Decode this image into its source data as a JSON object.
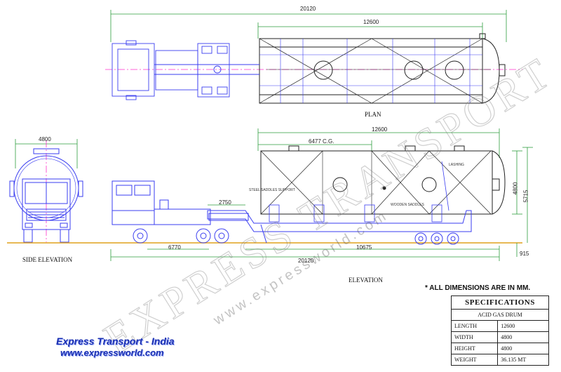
{
  "plan": {
    "title": "PLAN",
    "overall_length": "20120",
    "tank_length": "12600"
  },
  "side_elevation": {
    "title": "SIDE ELEVATION",
    "width": "4800"
  },
  "elevation": {
    "title": "ELEVATION",
    "tank_length": "12600",
    "cg": "6477 C.G.",
    "king_pin": "2750",
    "tractor_wheelbase": "6770",
    "trailer_length": "10675",
    "overall_length": "20120",
    "diameter": "4800",
    "overall_height": "5715",
    "ground_clearance": "915",
    "labels": {
      "lashing": "LASHING",
      "steel_saddle": "STEEL SADDLES SUPPORT",
      "wooden_saddle": "WOODEN SADDLES"
    }
  },
  "note": "*   ALL DIMENSIONS ARE IN MM.",
  "specifications": {
    "title": "SPECIFICATIONS",
    "subtitle": "ACID  GAS DRUM",
    "rows": [
      {
        "label": "LENGTH",
        "value": "12600"
      },
      {
        "label": "WIDTH",
        "value": "4800"
      },
      {
        "label": "HEIGHT",
        "value": "4800"
      },
      {
        "label": "WEIGHT",
        "value": "36.135 MT"
      }
    ]
  },
  "footer": {
    "company": "Express Transport - India",
    "website": "www.expressworld.com"
  },
  "watermark": {
    "line1": "EXPRESS TRANSPORT",
    "line2": "www.expressworld.com"
  },
  "colors": {
    "truck": "#3a3df0",
    "magenta": "#ff33cc",
    "green_dim": "#2e9e3e",
    "ground": "#e0a21c",
    "footer_text": "#1a2fb0"
  }
}
